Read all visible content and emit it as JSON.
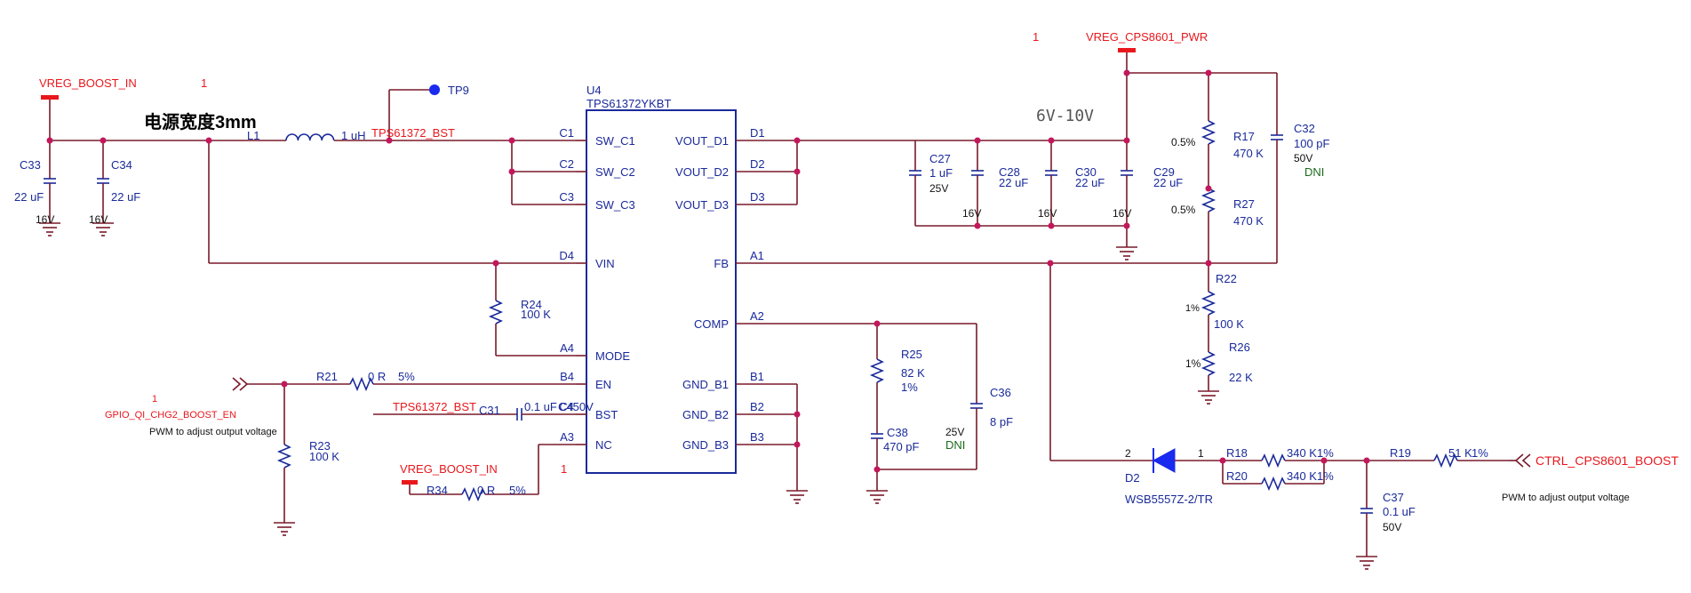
{
  "labels": {
    "vreg_boost_in": "VREG_BOOST_IN",
    "vreg_boost_in_num": "1",
    "vreg_cps_pwr": "VREG_CPS8601_PWR",
    "vreg_cps_pwr_num": "1",
    "tp9": "TP9",
    "note_width": "电源宽度3mm",
    "l1": "L1",
    "l1_val": "1 uH",
    "tps_bst": "TPS61372_BST",
    "u4": "U4",
    "u4_part": "TPS61372YKBT",
    "range": "6V-10V",
    "c33": "C33",
    "c33_val": "22 uF",
    "c33_v": "16V",
    "c34": "C34",
    "c34_val": "22 uF",
    "c34_v": "16V",
    "c27": "C27",
    "c27_val": "1 uF",
    "c27_v": "25V",
    "c28": "C28",
    "c28_val": "22 uF",
    "c28_v": "16V",
    "c30": "C30",
    "c30_val": "22 uF",
    "c30_v": "16V",
    "c29": "C29",
    "c29_val": "22 uF",
    "c29_v": "16V",
    "c32": "C32",
    "c32_val": "100 pF",
    "c32_v": "50V",
    "c32_dni": "DNI",
    "r17": "R17",
    "r17_val": "470 K",
    "r17_tol": "0.5%",
    "r27": "R27",
    "r27_val": "470 K",
    "r27_tol": "0.5%",
    "r22": "R22",
    "r22_val": "100 K",
    "r22_tol": "1%",
    "r26": "R26",
    "r26_val": "22 K",
    "r26_tol": "1%",
    "r24": "R24",
    "r24_val": "100 K",
    "r25": "R25",
    "r25_val": "82 K",
    "r25_tol": "1%",
    "c38": "C38",
    "c38_val": "470 pF",
    "c36": "C36",
    "c36_val": "8 pF",
    "c36_v": "25V",
    "c36_dni": "DNI",
    "r21": "R21",
    "r21_val": "0 R",
    "r21_tol": "5%",
    "r23": "R23",
    "r23_val": "100 K",
    "c31": "C31",
    "c31_val": "0.1 uF",
    "c31_v": "C450V",
    "tps_bst2": "TPS61372_BST",
    "gpio": "GPIO_QI_CHG2_BOOST_EN",
    "gpio_num": "1",
    "pwm_note1": "PWM to adjust output voltage",
    "vreg_boost_in2": "VREG_BOOST_IN",
    "vreg_boost_in2_num": "1",
    "r34": "R34",
    "r34_val": "0 R",
    "r34_tol": "5%",
    "d2": "D2",
    "d2_part": "WSB5557Z-2/TR",
    "d2_pin2": "2",
    "d2_pin1": "1",
    "r18": "R18",
    "r18_val": "340 K",
    "r18_tol": "1%",
    "r20": "R20",
    "r20_val": "340 K",
    "r20_tol": "1%",
    "r19": "R19",
    "r19_val": "51 K",
    "r19_tol": "1%",
    "c37": "C37",
    "c37_val": "0.1 uF",
    "c37_v": "50V",
    "ctrl": "CTRL_CPS8601_BOOST",
    "pwm_note2": "PWM to adjust output voltage"
  },
  "pins_left": [
    {
      "num": "C1",
      "name": "SW_C1"
    },
    {
      "num": "C2",
      "name": "SW_C2"
    },
    {
      "num": "C3",
      "name": "SW_C3"
    },
    {
      "num": "D4",
      "name": "VIN"
    },
    {
      "num": "A4",
      "name": "MODE"
    },
    {
      "num": "B4",
      "name": "EN"
    },
    {
      "num": "C4",
      "name": "BST"
    },
    {
      "num": "A3",
      "name": "NC"
    }
  ],
  "pins_right": [
    {
      "num": "D1",
      "name": "VOUT_D1"
    },
    {
      "num": "D2",
      "name": "VOUT_D2"
    },
    {
      "num": "D3",
      "name": "VOUT_D3"
    },
    {
      "num": "A1",
      "name": "FB"
    },
    {
      "num": "A2",
      "name": "COMP"
    },
    {
      "num": "B1",
      "name": "GND_B1"
    },
    {
      "num": "B2",
      "name": "GND_B2"
    },
    {
      "num": "B3",
      "name": "GND_B3"
    }
  ],
  "colors": {
    "net_label": "#e8171c",
    "wire": "#7a1a2a",
    "component": "#1a2a9a",
    "junction": "#c2185b",
    "dni": "#1b6b1b"
  }
}
